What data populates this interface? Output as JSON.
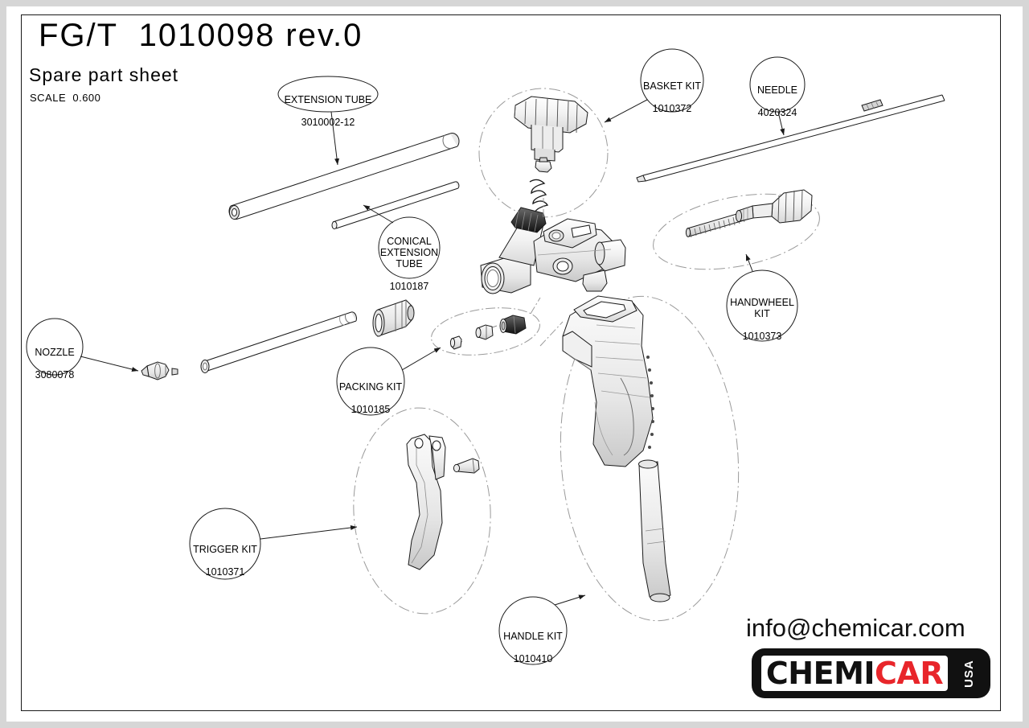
{
  "document": {
    "title": "FG/T  1010098 rev.0",
    "subtitle": "Spare part sheet",
    "scale": "SCALE  0.600"
  },
  "footer": {
    "email": "info@chemicar.com",
    "logo_part1": "CHEMI",
    "logo_part2": "CAR",
    "logo_badge": "USA",
    "brand_red": "#e8252a",
    "brand_black": "#111111"
  },
  "callouts": [
    {
      "id": "extension-tube",
      "name": "EXTENSION TUBE",
      "code": "3010002-12"
    },
    {
      "id": "basket-kit",
      "name": "BASKET KIT",
      "code": "1010372"
    },
    {
      "id": "needle",
      "name": "NEEDLE",
      "code": "4020324"
    },
    {
      "id": "conical-extension-tube",
      "name": "CONICAL\nEXTENSION\nTUBE",
      "code": "1010187"
    },
    {
      "id": "handwheel-kit",
      "name": "HANDWHEEL\nKIT",
      "code": "1010373"
    },
    {
      "id": "nozzle",
      "name": "NOZZLE",
      "code": "3080078"
    },
    {
      "id": "packing-kit",
      "name": "PACKING KIT",
      "code": "1010185"
    },
    {
      "id": "trigger-kit",
      "name": "TRIGGER KIT",
      "code": "1010371"
    },
    {
      "id": "handle-kit",
      "name": "HANDLE KIT",
      "code": "1010410"
    }
  ]
}
